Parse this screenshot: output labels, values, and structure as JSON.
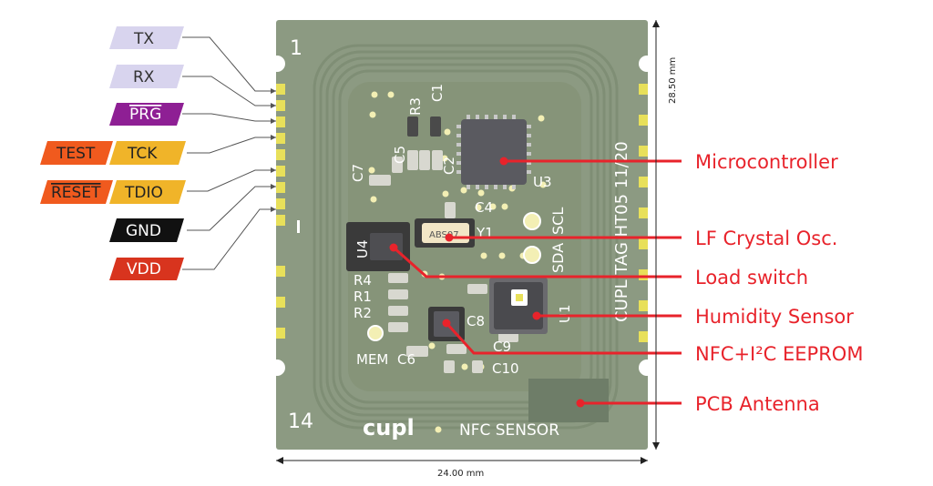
{
  "pins": [
    {
      "label": "TX",
      "bg": "#d8d4ee",
      "fg": "#333333"
    },
    {
      "label": "RX",
      "bg": "#d8d4ee",
      "fg": "#333333"
    },
    {
      "label": "PRG",
      "bg": "#8e1f94",
      "fg": "#ffffff"
    },
    {
      "label": "TEST",
      "bg": "#f05a1e",
      "fg": "#222222"
    },
    {
      "label": "TCK",
      "bg": "#f0b429",
      "fg": "#222222"
    },
    {
      "label": "RESET",
      "bg": "#f05a1e",
      "fg": "#222222"
    },
    {
      "label": "TDIO",
      "bg": "#f0b429",
      "fg": "#222222"
    },
    {
      "label": "GND",
      "bg": "#111111",
      "fg": "#ffffff"
    },
    {
      "label": "VDD",
      "bg": "#d8341e",
      "fg": "#ffffff"
    }
  ],
  "callouts": [
    {
      "label": "Microcontroller"
    },
    {
      "label": "LF Crystal Osc."
    },
    {
      "label": "Load switch"
    },
    {
      "label": "Humidity Sensor"
    },
    {
      "label": "NFC+I²C EEPROM"
    },
    {
      "label": "PCB Antenna"
    }
  ],
  "dimensions": {
    "height": "28.50 mm",
    "width": "24.00 mm"
  },
  "silkscreen": {
    "pin1": "1",
    "pin14": "14",
    "brand": "cupl",
    "bottom": "NFC SENSOR",
    "side": "CUPL TAG HT05 11/20",
    "scl": "SCL",
    "sda": "SDA",
    "mem": "MEM",
    "refs": {
      "R3": "R3",
      "C1": "C1",
      "C5": "C5",
      "C7": "C7",
      "C2": "C2",
      "U3": "U3",
      "C4": "C4",
      "Y1": "Y1",
      "U4": "U4",
      "R4": "R4",
      "R1": "R1",
      "R2": "R2",
      "C8": "C8",
      "U1": "U1",
      "C9": "C9",
      "C6": "C6",
      "C10": "C10"
    },
    "crystal_mark": "ABS07"
  },
  "colors": {
    "board": "#8c9a82",
    "board_dark": "#7e8c74",
    "pad": "#e8e05a",
    "accent_red": "#e8232b"
  }
}
